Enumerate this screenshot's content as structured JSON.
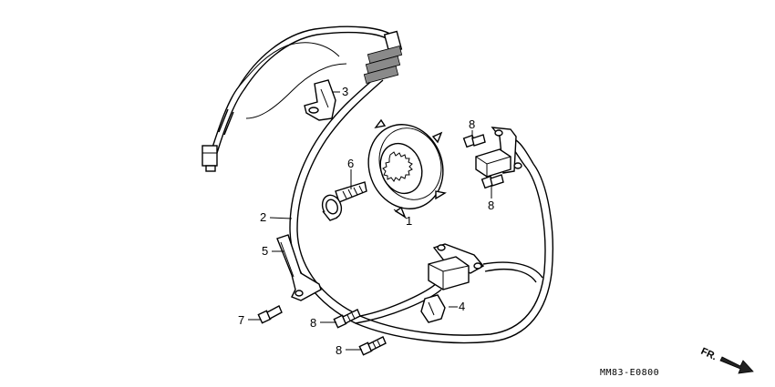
{
  "diagram": {
    "callouts": [
      {
        "id": "c1",
        "text": "1"
      },
      {
        "id": "c2",
        "text": "2"
      },
      {
        "id": "c3",
        "text": "3"
      },
      {
        "id": "c4",
        "text": "4"
      },
      {
        "id": "c5",
        "text": "5"
      },
      {
        "id": "c6",
        "text": "6"
      },
      {
        "id": "c7",
        "text": "7"
      },
      {
        "id": "c8a",
        "text": "8"
      },
      {
        "id": "c8b",
        "text": "8"
      },
      {
        "id": "c8c",
        "text": "8"
      },
      {
        "id": "c8d",
        "text": "8"
      }
    ],
    "drawing_code": "MM83-E0800",
    "front_arrow": "FR."
  }
}
